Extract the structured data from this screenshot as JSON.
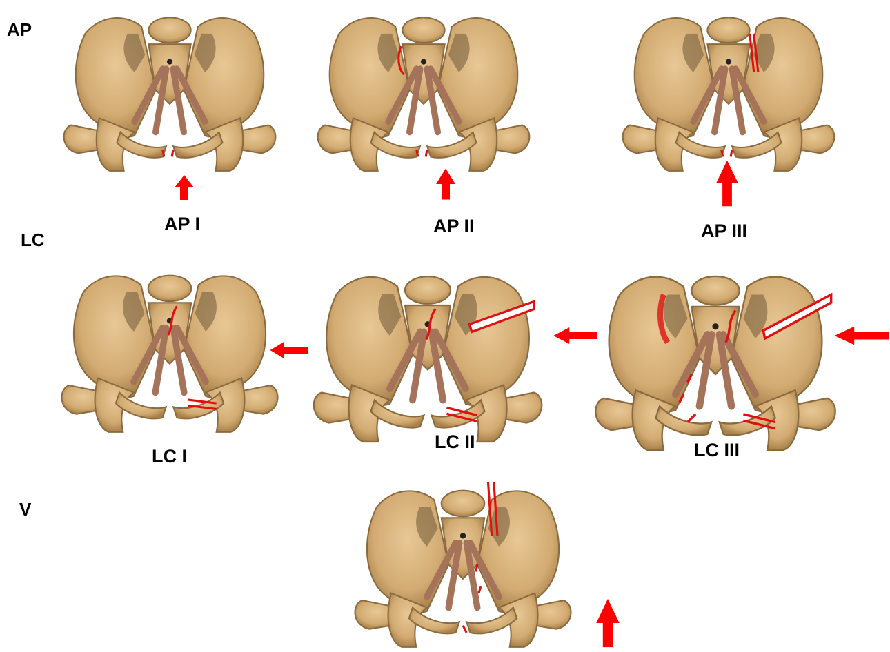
{
  "row_labels": {
    "ap": "AP",
    "lc": "LC",
    "v": "V"
  },
  "captions": {
    "ap1": "AP I",
    "ap2": "AP II",
    "ap3": "AP III",
    "lc1": "LC I",
    "lc2": "LC II",
    "lc3": "LC III"
  },
  "colors": {
    "bone": "#d6b27c",
    "bone_dark": "#a8804c",
    "ligament": "#a5735a",
    "fracture": "#e01010",
    "arrow": "#ff0000"
  }
}
